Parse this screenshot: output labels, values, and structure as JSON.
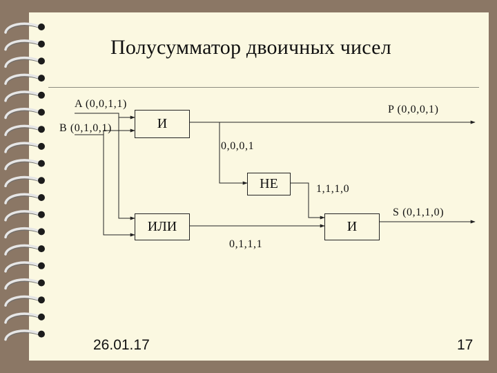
{
  "slide": {
    "title": "Полусумматор двоичных чисел",
    "date": "26.01.17",
    "page_number": "17"
  },
  "diagram": {
    "inputs": {
      "a": "A (0,0,1,1)",
      "b": "B (0,1,0,1)"
    },
    "gates": {
      "and1": "И",
      "or": "ИЛИ",
      "not": "НЕ",
      "and2": "И"
    },
    "signals": {
      "and1_out": "0,0,0,1",
      "not_out": "1,1,1,0",
      "or_out": "0,1,1,1"
    },
    "outputs": {
      "p": "P (0,0,0,1)",
      "s": "S (0,1,1,0)"
    }
  },
  "colors": {
    "background": "#8b7765",
    "slide": "#fbf8e1",
    "ink": "#111111"
  }
}
